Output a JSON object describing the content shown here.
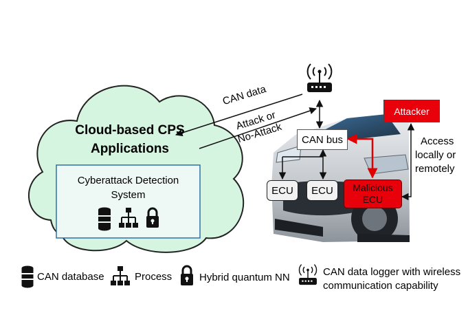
{
  "cloud": {
    "title_line1": "Cloud-based CPS",
    "title_line2": "Applications"
  },
  "detection": {
    "title_line1": "Cyberattack Detection",
    "title_line2": "System"
  },
  "flows": {
    "can_data": "CAN data",
    "attack_line1": "Attack or",
    "attack_line2": "No-Attack"
  },
  "bus": {
    "label": "CAN bus"
  },
  "ecus": [
    {
      "label": "ECU"
    },
    {
      "label": "ECU"
    }
  ],
  "malicious": {
    "line1": "Malicious",
    "line2": "ECU"
  },
  "attacker": {
    "label": "Attacker"
  },
  "access": {
    "line1": "Access",
    "line2": "locally or",
    "line3": "remotely"
  },
  "legend": {
    "database": "CAN database",
    "process": "Process",
    "hybrid": "Hybrid quantum NN",
    "logger_line1": "CAN data logger with wireless",
    "logger_line2": "communication capability"
  },
  "icons": [
    "database-icon",
    "process-icon",
    "lock-icon",
    "router-icon"
  ],
  "colors": {
    "cloud_fill": "#d6f5e0",
    "detect_border": "#2f6fa8",
    "malicious_fill": "#e8000b",
    "link_red": "#e00000"
  }
}
